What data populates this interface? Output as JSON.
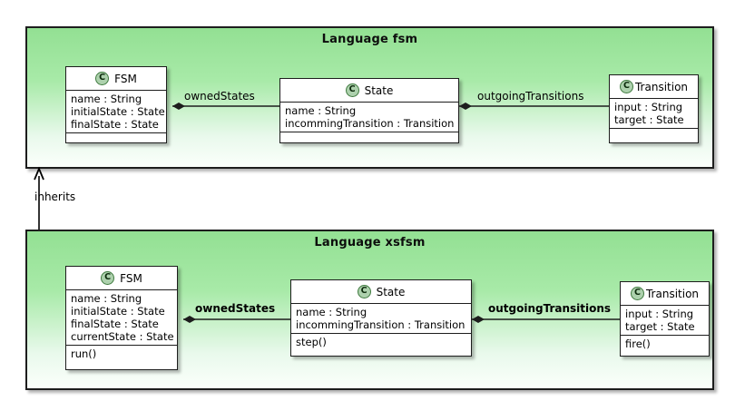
{
  "diagram": {
    "type": "uml-class-diagram",
    "packages": [
      {
        "id": "fsm",
        "title": "Language fsm",
        "classes": [
          {
            "id": "fsm-FSM",
            "stereotype": "C",
            "name": "FSM",
            "attributes": [
              "name : String",
              "initialState : State",
              "finalState : State"
            ],
            "operations": []
          },
          {
            "id": "fsm-State",
            "stereotype": "C",
            "name": "State",
            "attributes": [
              "name : String",
              "incommingTransition : Transition"
            ],
            "operations": []
          },
          {
            "id": "fsm-Transition",
            "stereotype": "C",
            "name": "Transition",
            "attributes": [
              "input : String",
              "target : State"
            ],
            "operations": []
          }
        ],
        "associations": [
          {
            "id": "fsm-ownedStates",
            "label": "ownedStates",
            "from": "fsm-FSM",
            "to": "fsm-State",
            "kind": "composition"
          },
          {
            "id": "fsm-outgoingTransitions",
            "label": "outgoingTransitions",
            "from": "fsm-State",
            "to": "fsm-Transition",
            "kind": "composition"
          }
        ]
      },
      {
        "id": "xsfsm",
        "title": "Language xsfsm",
        "classes": [
          {
            "id": "xsfsm-FSM",
            "stereotype": "C",
            "name": "FSM",
            "attributes": [
              "name : String",
              "initialState : State",
              "finalState : State",
              "currentState : State"
            ],
            "operations": [
              "run()"
            ]
          },
          {
            "id": "xsfsm-State",
            "stereotype": "C",
            "name": "State",
            "attributes": [
              "name : String",
              "incommingTransition : Transition"
            ],
            "operations": [
              "step()"
            ]
          },
          {
            "id": "xsfsm-Transition",
            "stereotype": "C",
            "name": "Transition",
            "attributes": [
              "input : String",
              "target : State"
            ],
            "operations": [
              "fire()"
            ]
          }
        ],
        "associations": [
          {
            "id": "xsfsm-ownedStates",
            "label": "ownedStates",
            "from": "xsfsm-FSM",
            "to": "xsfsm-State",
            "kind": "composition"
          },
          {
            "id": "xsfsm-outgoingTransitions",
            "label": "outgoingTransitions",
            "from": "xsfsm-State",
            "to": "xsfsm-Transition",
            "kind": "composition"
          }
        ]
      }
    ],
    "package_relations": [
      {
        "id": "inherits-relation",
        "label": "inherits",
        "from": "xsfsm",
        "to": "fsm",
        "kind": "generalization"
      }
    ],
    "colors": {
      "package_fill_top": "#93e093",
      "package_fill_bottom": "#fbfffb",
      "class_fill": "#ffffff",
      "line": "#1d1d1d",
      "stereotype_fill": "#add1ad",
      "stereotype_border": "#3f7a3f",
      "text": "#000000"
    }
  }
}
